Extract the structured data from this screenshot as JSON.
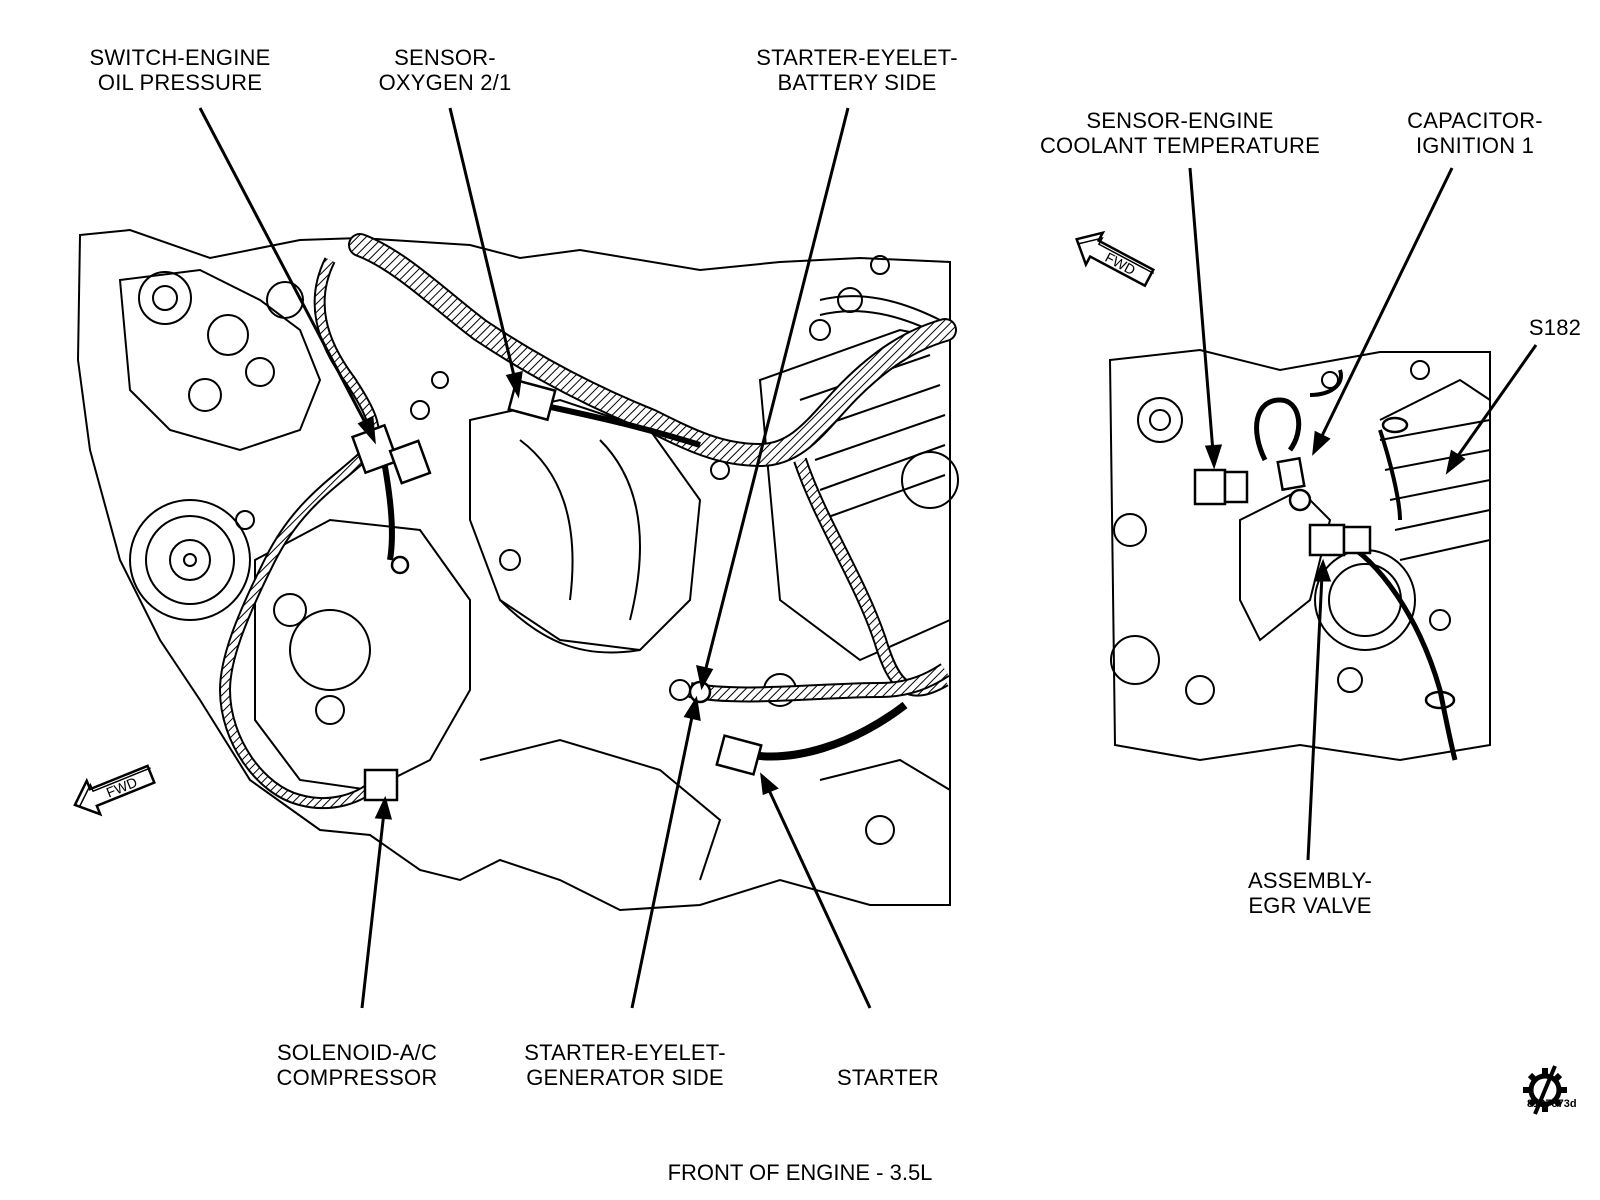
{
  "callouts": {
    "oil_pressure_switch": [
      "SWITCH-ENGINE",
      "OIL PRESSURE"
    ],
    "oxygen_sensor": [
      "SENSOR-",
      "OXYGEN 2/1"
    ],
    "starter_eyelet_battery": [
      "STARTER-EYELET-",
      "BATTERY SIDE"
    ],
    "coolant_temp_sensor": [
      "SENSOR-ENGINE",
      "COOLANT TEMPERATURE"
    ],
    "ignition_capacitor": [
      "CAPACITOR-",
      "IGNITION 1"
    ],
    "splice": "S182",
    "egr_valve": [
      "ASSEMBLY-",
      "EGR VALVE"
    ],
    "ac_solenoid": [
      "SOLENOID-A/C",
      "COMPRESSOR"
    ],
    "starter_eyelet_generator": [
      "STARTER-EYELET-",
      "GENERATOR SIDE"
    ],
    "starter": "STARTER"
  },
  "fwd_arrow_text": "FWD",
  "figure_number": "8197873d",
  "caption": "FRONT OF ENGINE  - 3.5L",
  "colors": {
    "ink": "#000000",
    "background": "#ffffff"
  },
  "icons": [
    "gear-slash-icon",
    "fwd-arrow-icon"
  ]
}
